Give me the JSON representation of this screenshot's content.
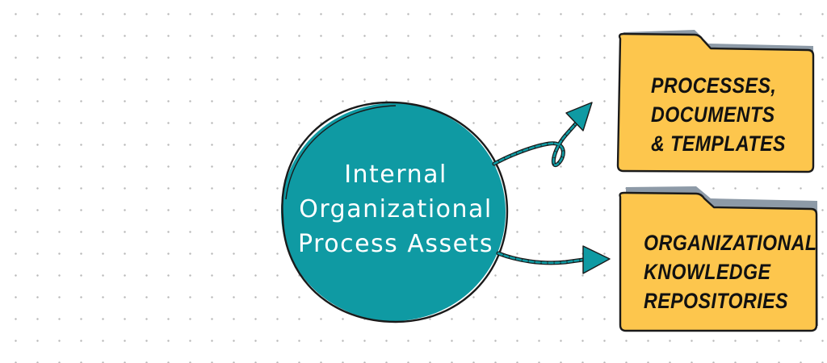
{
  "diagram": {
    "center": {
      "lines": [
        "Internal",
        "Organizational",
        "Process Assets"
      ]
    },
    "folders": [
      {
        "lines": [
          "Processes,",
          "Documents",
          "& Templates"
        ]
      },
      {
        "lines": [
          "Organizational",
          "Knowledge",
          "Repositories"
        ]
      }
    ],
    "colors": {
      "circle": "#0f9aa3",
      "folder_fill": "#fdc64d",
      "folder_shadow": "#8d9aa7",
      "outline": "#1a1a1a",
      "arrow": "#0f9aa3"
    }
  }
}
